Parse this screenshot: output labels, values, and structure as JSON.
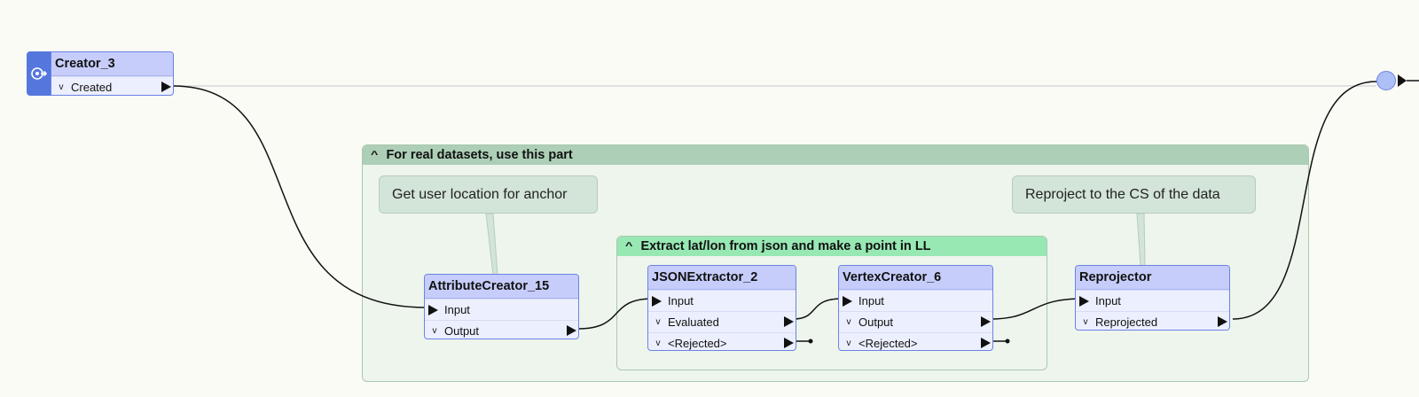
{
  "canvas": {
    "background": "#fafbf4"
  },
  "bookmarks": {
    "outer": {
      "title": "For real datasets, use this part",
      "collapse_icon": "chevron-up-icon"
    },
    "inner": {
      "title": "Extract lat/lon from json and make a point in LL",
      "collapse_icon": "chevron-up-icon"
    }
  },
  "annotations": {
    "user_location": "Get user location for anchor",
    "reproject_note": "Reproject to the CS of the data"
  },
  "transformers": {
    "creator": {
      "title": "Creator_3",
      "icon": "creator-icon",
      "outputs": [
        "Created"
      ]
    },
    "attribute_creator": {
      "title": "AttributeCreator_15",
      "inputs": [
        "Input"
      ],
      "outputs": [
        "Output"
      ]
    },
    "json_extractor": {
      "title": "JSONExtractor_2",
      "inputs": [
        "Input"
      ],
      "outputs": [
        "Evaluated",
        "<Rejected>"
      ]
    },
    "vertex_creator": {
      "title": "VertexCreator_6",
      "inputs": [
        "Input"
      ],
      "outputs": [
        "Output",
        "<Rejected>"
      ]
    },
    "reprojector": {
      "title": "Reprojector",
      "inputs": [
        "Input"
      ],
      "outputs": [
        "Reprojected"
      ]
    }
  },
  "colors": {
    "transformer_border": "#6b82e6",
    "transformer_title": "#c6cdfa",
    "bookmark_outer_header": "#adcfb7",
    "bookmark_inner_header": "#98e8b4",
    "annotation": "#d3e4d8"
  }
}
